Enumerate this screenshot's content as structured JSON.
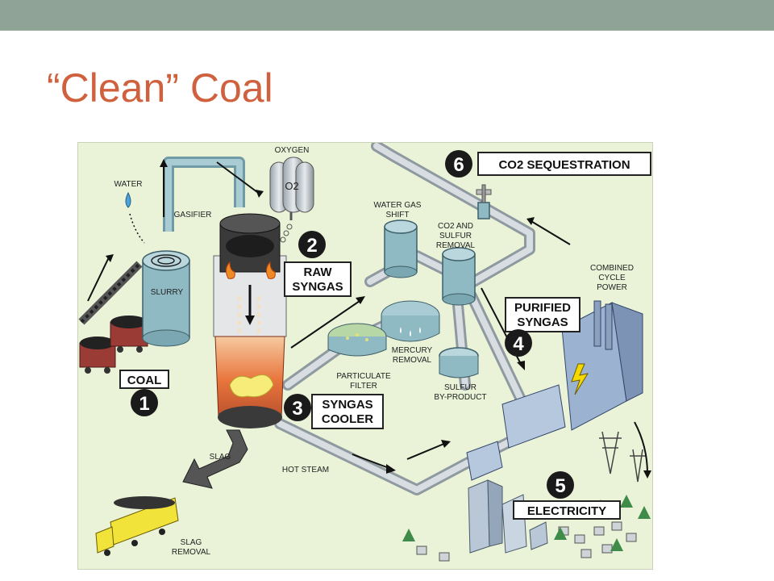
{
  "slide": {
    "title": "“Clean” Coal"
  },
  "diagram": {
    "labels": {
      "oxygen": "OXYGEN",
      "o2": "O2",
      "water": "WATER",
      "gasifier": "GASIFIER",
      "slurry": "SLURRY",
      "water_gas_shift_1": "WATER GAS",
      "water_gas_shift_2": "SHIFT",
      "co2_sulfur_1": "CO2 AND",
      "co2_sulfur_2": "SULFUR",
      "co2_sulfur_3": "REMOVAL",
      "combined_1": "COMBINED",
      "combined_2": "CYCLE",
      "combined_3": "POWER",
      "mercury_1": "MERCURY",
      "mercury_2": "REMOVAL",
      "particulate_1": "PARTICULATE",
      "particulate_2": "FILTER",
      "sulfur_bp_1": "SULFUR",
      "sulfur_bp_2": "BY-PRODUCT",
      "slag": "SLAG",
      "hot_steam": "HOT STEAM",
      "slag_removal_1": "SLAG",
      "slag_removal_2": "REMOVAL"
    },
    "steps": [
      {
        "number": "1",
        "label_lines": [
          "COAL"
        ]
      },
      {
        "number": "2",
        "label_lines": [
          "RAW",
          "SYNGAS"
        ]
      },
      {
        "number": "3",
        "label_lines": [
          "SYNGAS",
          "COOLER"
        ]
      },
      {
        "number": "4",
        "label_lines": [
          "PURIFIED",
          "SYNGAS"
        ]
      },
      {
        "number": "5",
        "label_lines": [
          "ELECTRICITY"
        ]
      },
      {
        "number": "6",
        "label_lines": [
          "CO2 SEQUESTRATION"
        ]
      }
    ],
    "colors": {
      "background": "#eaf2d8",
      "title": "#d0613f",
      "topbar": "#8fa396",
      "pipe": "#8e9aa0",
      "tank": "#8fbac4",
      "gasifier_glow": "#e8743b",
      "truck": "#f2e33a",
      "rail_car": "#9b3b36"
    },
    "icons": [
      "water-drop-icon",
      "lightning-icon",
      "flame-icon"
    ]
  }
}
